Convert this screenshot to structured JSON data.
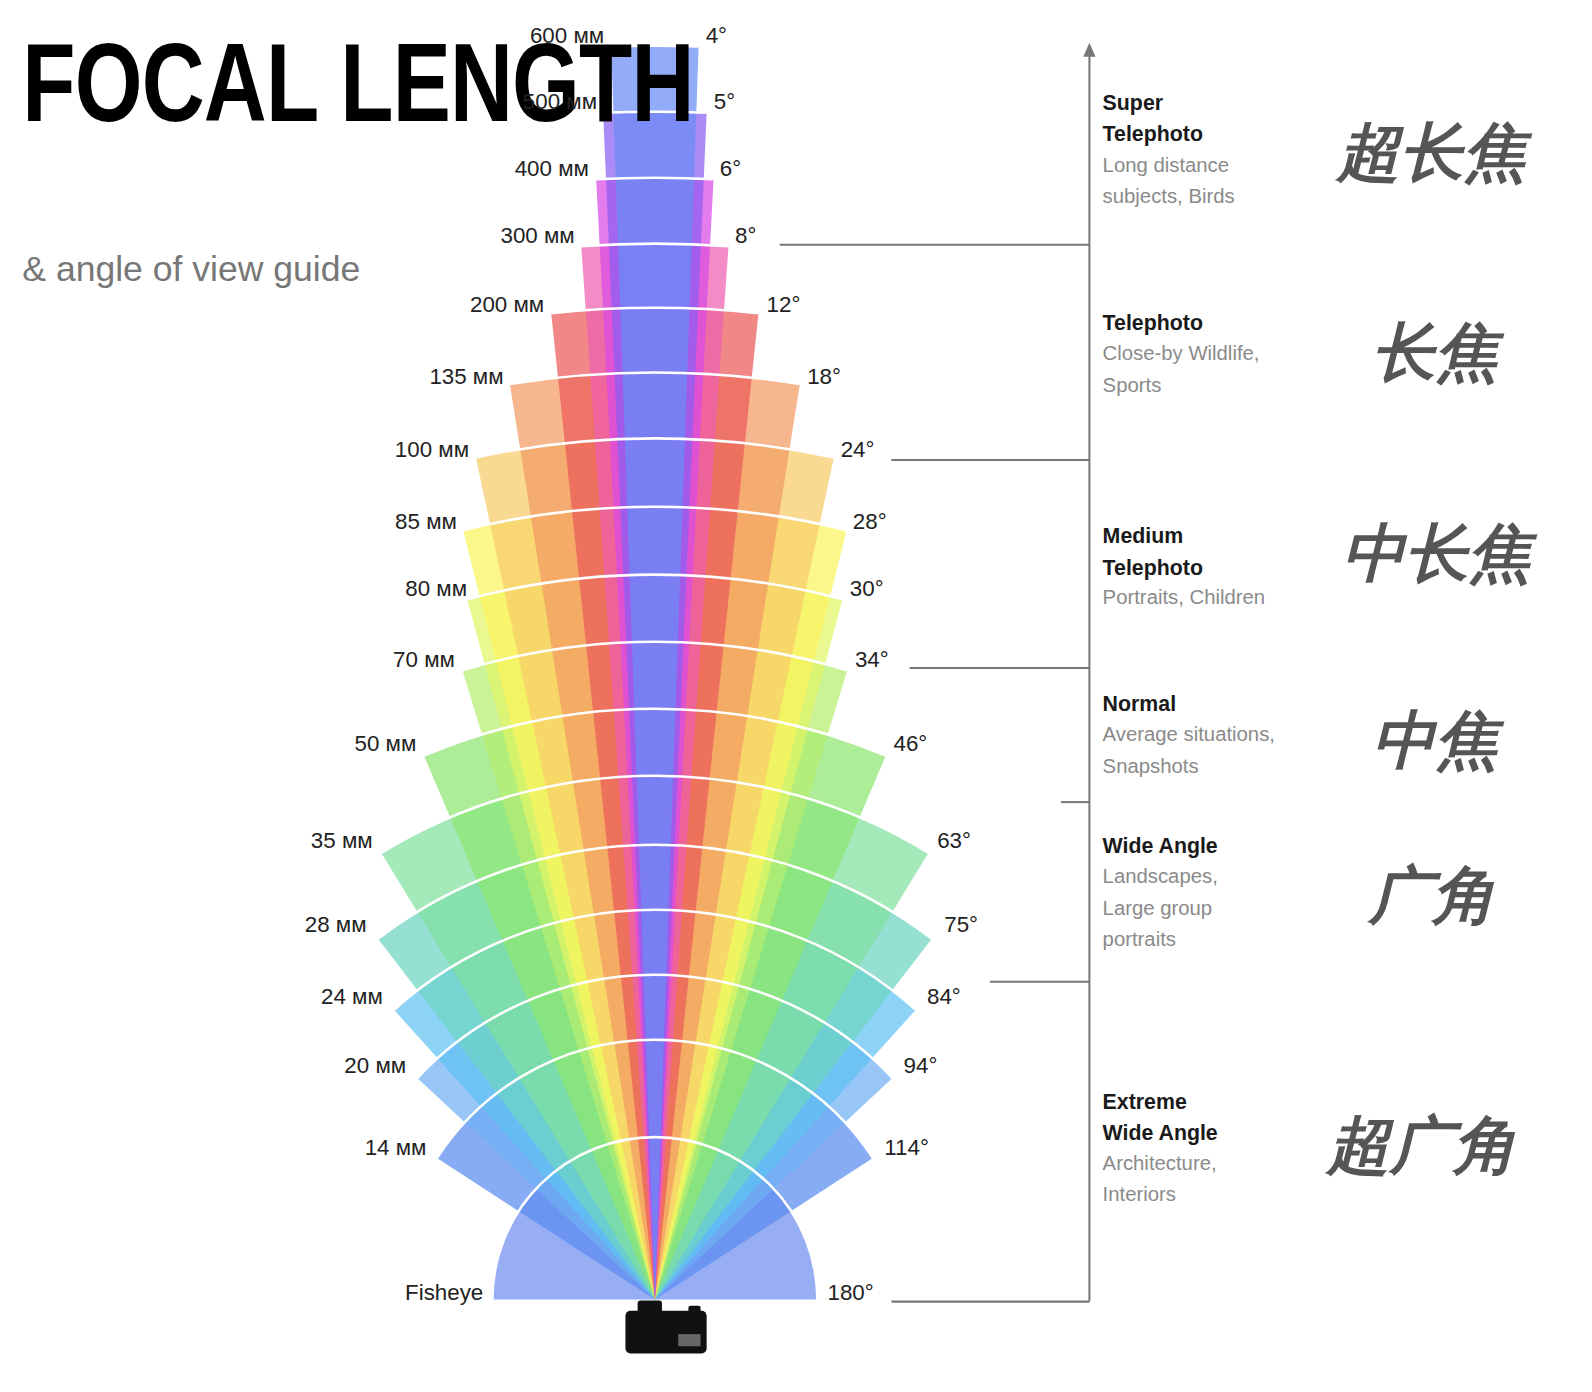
{
  "diagram": {
    "title": "FOCAL LENGTH",
    "labels": [
      "& angle of view guide",
      "600 мм",
      "4°",
      "500 мм",
      "5°",
      "400 мм",
      "6°",
      "300 мм",
      "8°",
      "200 мм",
      "12°",
      "135 мм",
      "18°",
      "100 мм",
      "24°",
      "85 мм",
      "28°",
      "80 мм",
      "30°",
      "70 мм",
      "34°",
      "50 мм",
      "46°",
      "35 мм",
      "63°",
      "28 мм",
      "75°",
      "24 мм",
      "84°",
      "20 мм",
      "94°",
      "14 мм",
      "114°",
      "Fisheye",
      "180°",
      "Super Telephoto",
      "Long distance subjects, Birds",
      "超长焦",
      "Telephoto",
      "Close-by Wildlife, Sports",
      "长焦",
      "Medium Telephoto",
      "Portraits, Children",
      "中长焦",
      "Normal",
      "Average situations, Snapshots",
      "中焦",
      "Wide Angle",
      "Landscapes, Large group portraits",
      "广角",
      "Extreme Wide Angle",
      "Architecture, Interiors",
      "超广角"
    ]
  }
}
